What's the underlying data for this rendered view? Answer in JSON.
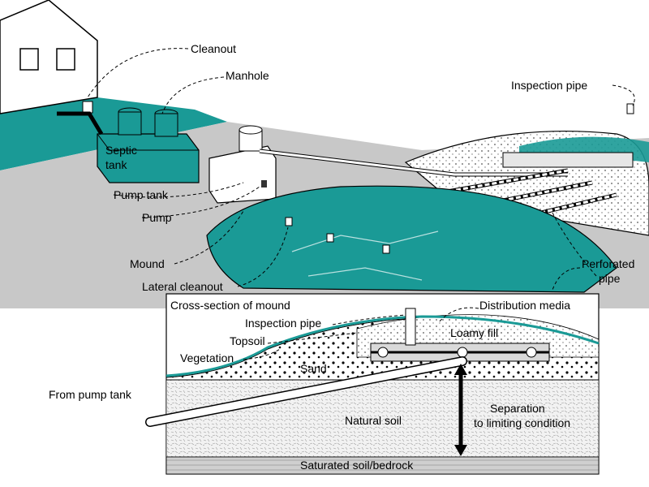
{
  "labels": {
    "cleanout": "Cleanout",
    "manhole": "Manhole",
    "septic_tank": "Septic tank",
    "septic_tank_line1": "Septic",
    "septic_tank_line2": "tank",
    "pump_tank": "Pump tank",
    "pump": "Pump",
    "mound": "Mound",
    "lateral_cleanout": "Lateral cleanout",
    "inspection_pipe": "Inspection pipe",
    "perforated_pipe_line1": "Perforated",
    "perforated_pipe_line2": "pipe"
  },
  "cross_section": {
    "title": "Cross-section of mound",
    "distribution_media": "Distribution media",
    "inspection_pipe": "Inspection pipe",
    "loamy_fill": "Loamy fill",
    "topsoil": "Topsoil",
    "vegetation": "Vegetation",
    "sand": "Sand",
    "from_pump_tank": "From pump tank",
    "natural_soil": "Natural soil",
    "separation_line1": "Separation",
    "separation_line2": "to limiting condition",
    "saturated": "Saturated soil/bedrock"
  },
  "colors": {
    "teal": "#1a9a96",
    "gray": "#c8c8c8",
    "ink": "#000000"
  }
}
